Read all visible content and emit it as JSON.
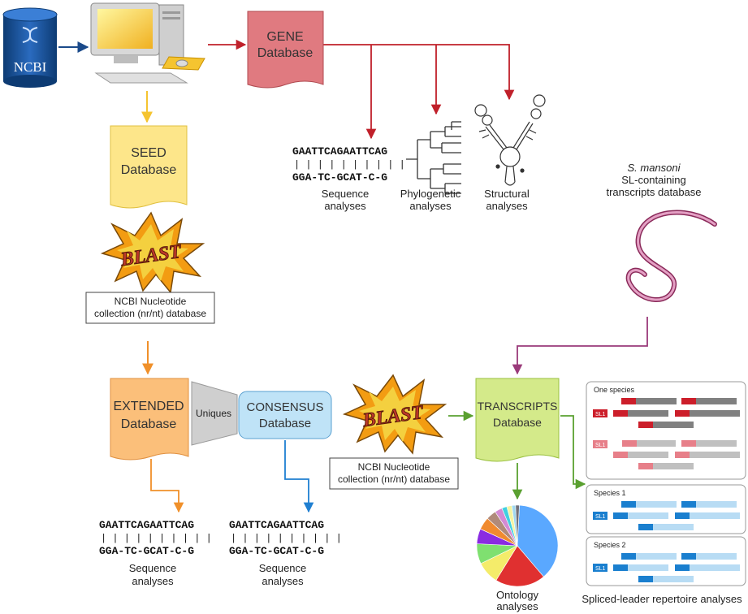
{
  "ncbi": {
    "label": "NCBI"
  },
  "gene_db": {
    "line1": "GENE",
    "line2": "Database"
  },
  "seed_db": {
    "line1": "SEED",
    "line2": "Database"
  },
  "extended_db": {
    "line1": "EXTENDED",
    "line2": "Database"
  },
  "uniques": {
    "label": "Uniques"
  },
  "consensus_db": {
    "line1": "CONSENSUS",
    "line2": "Database"
  },
  "transcripts_db": {
    "line1": "TRANSCRIPTS",
    "line2": "Database"
  },
  "blast": {
    "label": "BLAST"
  },
  "nr_nt_1": {
    "line1": "NCBI Nucleotide",
    "line2": "collection (nr/nt) database"
  },
  "nr_nt_2": {
    "line1": "NCBI Nucleotide",
    "line2": "collection (nr/nt) database"
  },
  "sequence_alignment": {
    "top": "GAATTCAGAATTCAG",
    "bars": "| | | |  | | | |  |  |",
    "bottom": "GGA-TC-GCAT-C-G"
  },
  "analyses": {
    "sequence_1": {
      "line1": "Sequence",
      "line2": "analyses"
    },
    "phylogenetic": {
      "line1": "Phylogenetic",
      "line2": "analyses"
    },
    "structural": {
      "line1": "Structural",
      "line2": "analyses"
    },
    "sequence_2": {
      "line1": "Sequence",
      "line2": "analyses"
    },
    "sequence_3": {
      "line1": "Sequence",
      "line2": "analyses"
    },
    "ontology": {
      "line1": "Ontology",
      "line2": "analyses"
    },
    "spliced_leader": {
      "label": "Spliced-leader repertoire analyses"
    }
  },
  "smansoni": {
    "species": "S. mansoni",
    "line2": "SL-containing",
    "line3": "transcripts database"
  },
  "sl_panels": {
    "one_species": "One species",
    "species_1": "Species 1",
    "species_2": "Species 2",
    "sl_tag": "SL1"
  },
  "colors": {
    "gene": "#e07a80",
    "seed": "#fde68a",
    "extended": "#fbbf7a",
    "consensus": "#bfe3f7",
    "transcripts": "#d4ea8a",
    "arrow_red": "#c0202a",
    "arrow_yellow": "#f5c430",
    "arrow_orange": "#f0902a",
    "arrow_blue": "#1f7fd1",
    "arrow_green": "#5aa030",
    "arrow_purple": "#9a3a7a"
  },
  "pie": {
    "values": [
      38,
      20,
      9,
      8,
      6,
      5,
      4,
      3,
      2,
      2,
      1.5,
      1.5
    ],
    "colors": [
      "#5aa8ff",
      "#e03030",
      "#f4ec6a",
      "#7fe070",
      "#8a2be2",
      "#f08a30",
      "#b08a7a",
      "#d48ad4",
      "#40d0e0",
      "#f4f4a0",
      "#a0d8f0",
      "#70707a"
    ]
  }
}
